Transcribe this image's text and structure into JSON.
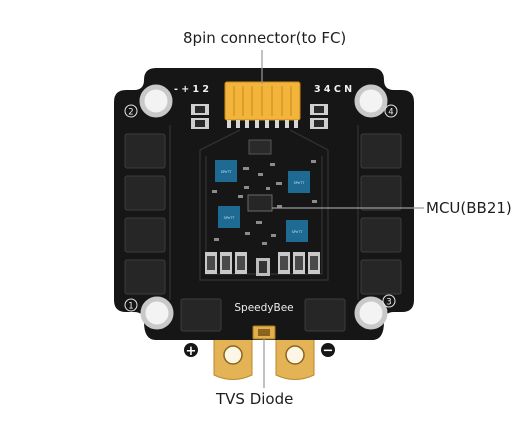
{
  "callouts": {
    "connector": "8pin connector(to FC)",
    "mcu": "MCU(BB21)",
    "tvs": "TVS Diode"
  },
  "board": {
    "brand": "SpeedyBee",
    "header_left": "- + 1 2",
    "header_right": "3 4 C N",
    "hole_numbers": [
      "1",
      "2",
      "3",
      "4"
    ],
    "pad_positive": "+",
    "pad_negative": "−",
    "ic_marking": "SPeTT"
  },
  "colors": {
    "pcb": "#161616",
    "trace": "#3a3a3a",
    "ring": "#c9c9c9",
    "mosfet": "#262626",
    "chip": "#1f6a92",
    "connector": "#f2b43a",
    "copper_pad": "#e3b356",
    "callout_line": "#9a9a9a"
  }
}
